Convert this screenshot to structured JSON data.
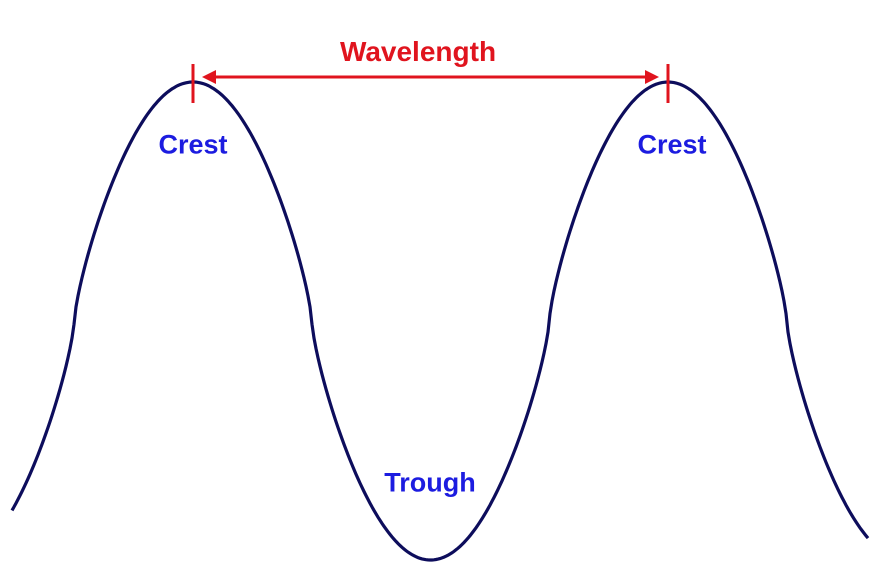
{
  "title": "Wavelength",
  "labels": {
    "crest_left": "Crest",
    "crest_right": "Crest",
    "trough": "Trough",
    "wavelength": "Wavelength"
  },
  "colors": {
    "wave": "#0d0d5c",
    "annotation": "#e0141e",
    "label": "#1c1ce0"
  }
}
